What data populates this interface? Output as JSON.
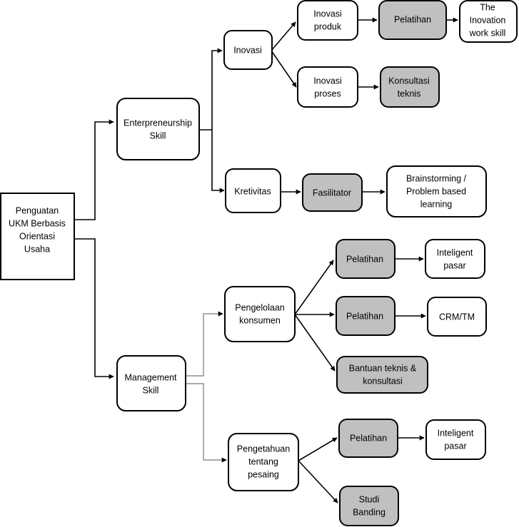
{
  "nodes": {
    "root": [
      "Penguatan",
      "UKM Berbasis",
      "Orientasi",
      "Usaha"
    ],
    "entrepreneurship": [
      "Enterpreneurship",
      "Skill"
    ],
    "management": [
      "Management",
      "Skill"
    ],
    "inovasi": [
      "Inovasi"
    ],
    "kretivitas": [
      "Kretivitas"
    ],
    "inovasi_produk": [
      "Inovasi",
      "produk"
    ],
    "inovasi_proses": [
      "Inovasi",
      "proses"
    ],
    "pelatihan_1": [
      "Pelatihan"
    ],
    "konsultasi_teknis": [
      "Konsultasi",
      "teknis"
    ],
    "innovation_work_skill": [
      "The",
      "Inovation",
      "work skill"
    ],
    "fasilitator": [
      "Fasilitator"
    ],
    "brainstorming": [
      "Brainstorming /",
      "Problem based",
      "learning"
    ],
    "pengelolaan": [
      "Pengelolaan",
      "konsumen"
    ],
    "pengetahuan": [
      "Pengetahuan",
      "tentang",
      "pesaing"
    ],
    "pelatihan_2": [
      "Pelatihan"
    ],
    "pelatihan_3": [
      "Pelatihan"
    ],
    "bantuan": [
      "Bantuan teknis &",
      "konsultasi"
    ],
    "inteligent_1": [
      "Inteligent",
      "pasar"
    ],
    "crm": [
      "CRM/TM"
    ],
    "pelatihan_4": [
      "Pelatihan"
    ],
    "inteligent_2": [
      "Inteligent",
      "pasar"
    ],
    "studi_banding": [
      "Studi",
      "Banding"
    ]
  },
  "colors": {
    "filled": "#c0c0c0",
    "outline": "#000000",
    "background": "#ffffff"
  }
}
